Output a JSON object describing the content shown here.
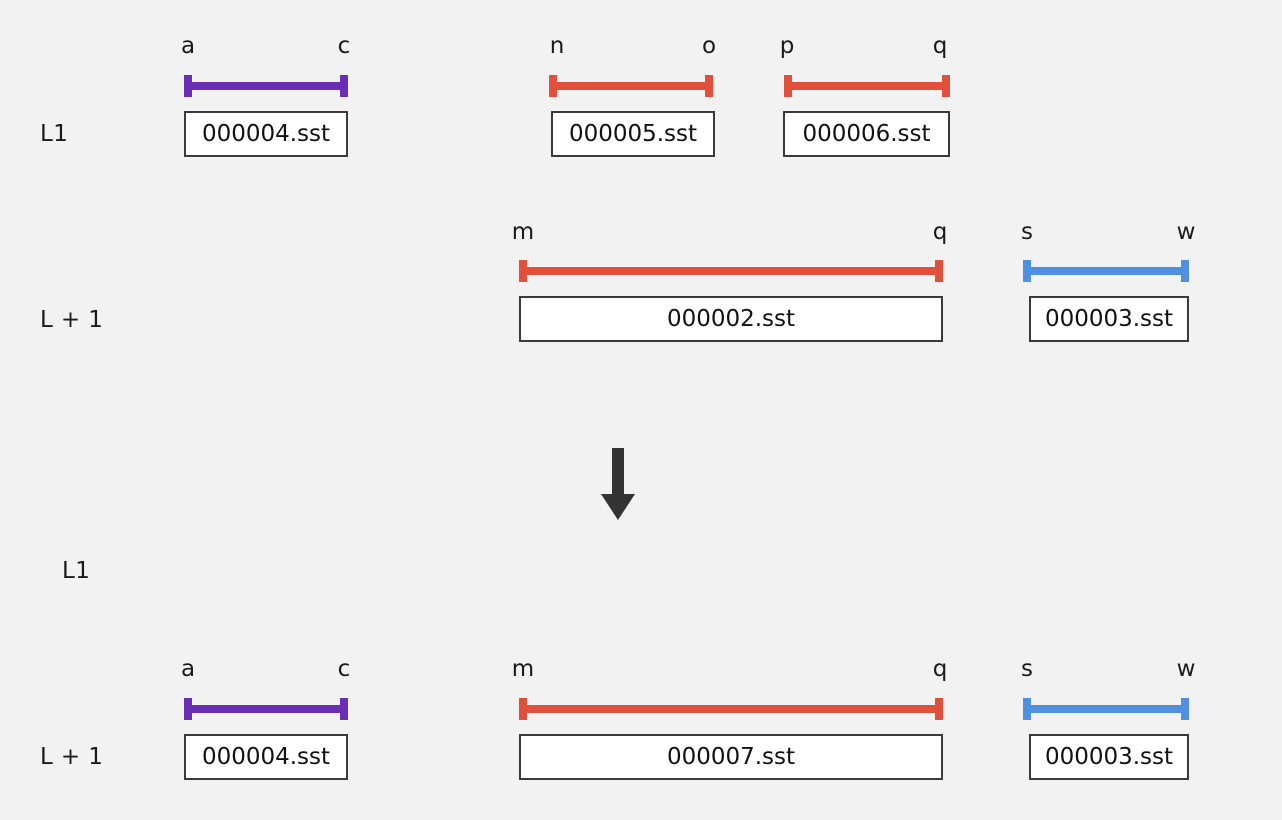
{
  "diagram": {
    "background_color": "#f2f2f2",
    "colors": {
      "purple": "#6a2eb5",
      "red": "#e0503a",
      "blue": "#4e91e0",
      "box_border": "#3a3a3a",
      "box_fill": "#ffffff",
      "arrow": "#333333",
      "text": "#1a1a1a"
    },
    "arrow_glyph": "down-arrow"
  },
  "before": {
    "rows": [
      {
        "label": "L1",
        "files": [
          {
            "name": "000004.sst",
            "start_key": "a",
            "end_key": "c",
            "color": "purple"
          },
          {
            "name": "000005.sst",
            "start_key": "n",
            "end_key": "o",
            "color": "red"
          },
          {
            "name": "000006.sst",
            "start_key": "p",
            "end_key": "q",
            "color": "red"
          }
        ]
      },
      {
        "label": "L + 1",
        "files": [
          {
            "name": "000002.sst",
            "start_key": "m",
            "end_key": "q",
            "color": "red"
          },
          {
            "name": "000003.sst",
            "start_key": "s",
            "end_key": "w",
            "color": "blue"
          }
        ]
      }
    ]
  },
  "after": {
    "rows": [
      {
        "label": "L1",
        "files": []
      },
      {
        "label": "L + 1",
        "files": [
          {
            "name": "000004.sst",
            "start_key": "a",
            "end_key": "c",
            "color": "purple"
          },
          {
            "name": "000007.sst",
            "start_key": "m",
            "end_key": "q",
            "color": "red"
          },
          {
            "name": "000003.sst",
            "start_key": "s",
            "end_key": "w",
            "color": "blue"
          }
        ]
      }
    ]
  }
}
